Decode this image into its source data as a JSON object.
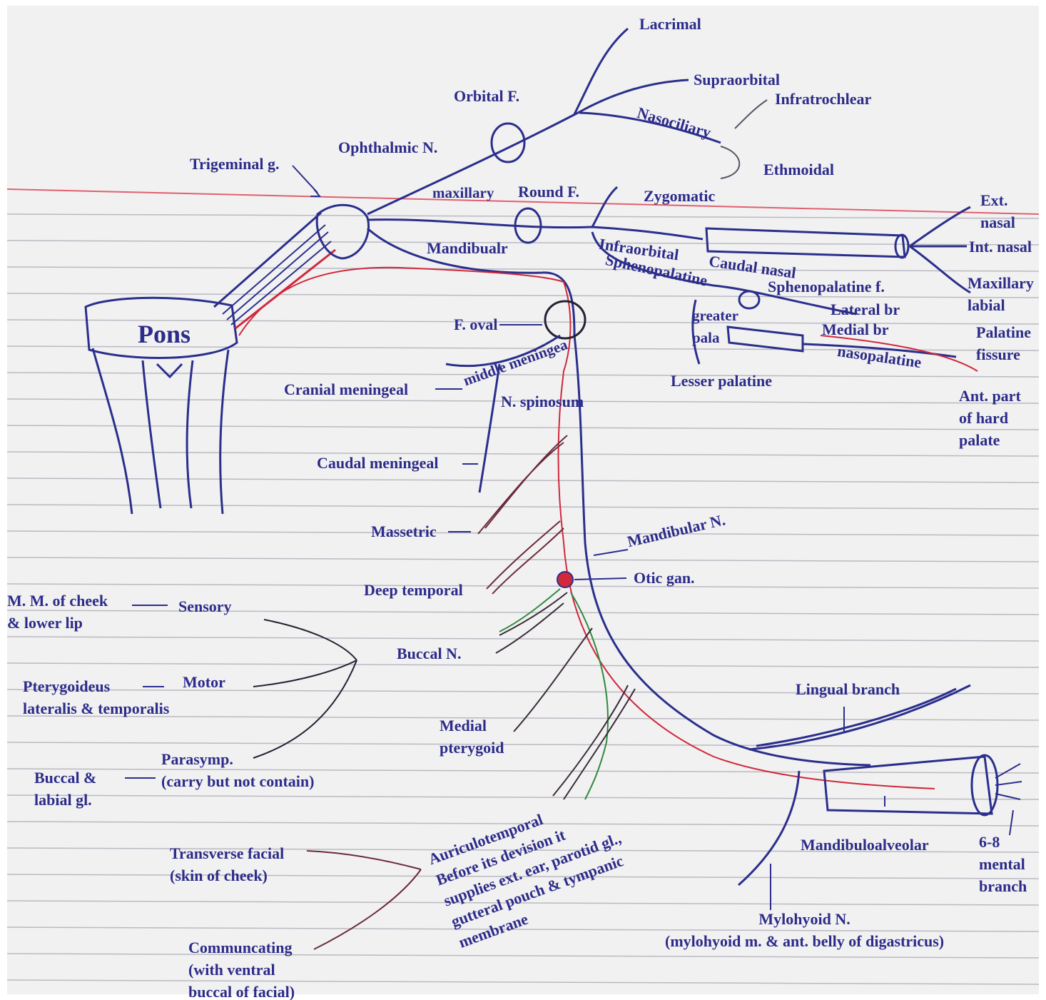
{
  "colors": {
    "paper": "#f2f1f1",
    "rule_line": "#b9b9c2",
    "margin_line": "#e06070",
    "nerve_blue": "#2a2f8c",
    "nerve_red": "#d0283c",
    "nerve_green": "#2e8a3e",
    "nerve_dark": "#3a2a3a",
    "label_ink": "#2c2c8a"
  },
  "labels": {
    "lacrimal": "Lacrimal",
    "supraorbital": "Supraorbital",
    "orbital_f": "Orbital F.",
    "infratrochlear": "Infratrochlear",
    "nasociliary": "Nasociliary",
    "ophthalmic_n": "Ophthalmic N.",
    "trigeminal_g": "Trigeminal g.",
    "ethmoidal": "Ethmoidal",
    "maxillary": "maxillary",
    "round_f": "Round F.",
    "zygomatic": "Zygomatic",
    "ext_nasal": "Ext.\nnasal",
    "int_nasal": "Int. nasal",
    "infraorbital": "Infraorbital",
    "mandibualr": "Mandibualr",
    "caudal_nasal": "Caudal nasal",
    "sphenopalatine": "Sphenopalatine",
    "sphenopalatine_f": "Sphenopalatine f.",
    "maxillary_labial": "Maxillary\nlabial",
    "pons": "Pons",
    "f_oval": "F. oval",
    "greater_pala": "greater\npala",
    "lateral_br": "Lateral br",
    "medial_br": "Medial br",
    "palatine_fissure": "Palatine\nfissure",
    "middle_meningea": "middle meningea",
    "nasopalatine": "nasopalatine",
    "cranial_meningeal": "Cranial meningeal",
    "n_spinosum": "N. spinosum",
    "lesser_palatine": "Lesser palatine",
    "ant_part_hard_palate": "Ant. part\nof hard\npalate",
    "caudal_meningeal": "Caudal meningeal",
    "massetric": "Massetric",
    "mandibular_n": "Mandibular N.",
    "otic_gan": "Otic gan.",
    "deep_temporal": "Deep temporal",
    "mm_cheek": "M. M. of cheek\n& lower lip",
    "sensory": "Sensory",
    "buccal_n": "Buccal N.",
    "pterygoideus": "Pterygoideus\nlateralis & temporalis",
    "motor": "Motor",
    "lingual_branch": "Lingual branch",
    "medial_pterygoid": "Medial\npterygoid",
    "parasymp": "Parasymp.\n(carry but not contain)",
    "buccal_labial_gl": "Buccal &\nlabial gl.",
    "auriculotemporal": "Auriculotemporal\nBefore its devision it\nsupplies ext. ear, parotid gl.,\ngutteral pouch & tympanic\nmembrane",
    "mandibuloalveolar": "Mandibuloalveolar",
    "mental_branch": "6-8\nmental\nbranch",
    "transverse_facial": "Transverse facial\n(skin of cheek)",
    "mylohyoid_n": "Mylohyoid N.\n(mylohyoid m. & ant. belly of digastricus)",
    "communcating": "Communcating\n(with ventral\nbuccal of facial)"
  }
}
